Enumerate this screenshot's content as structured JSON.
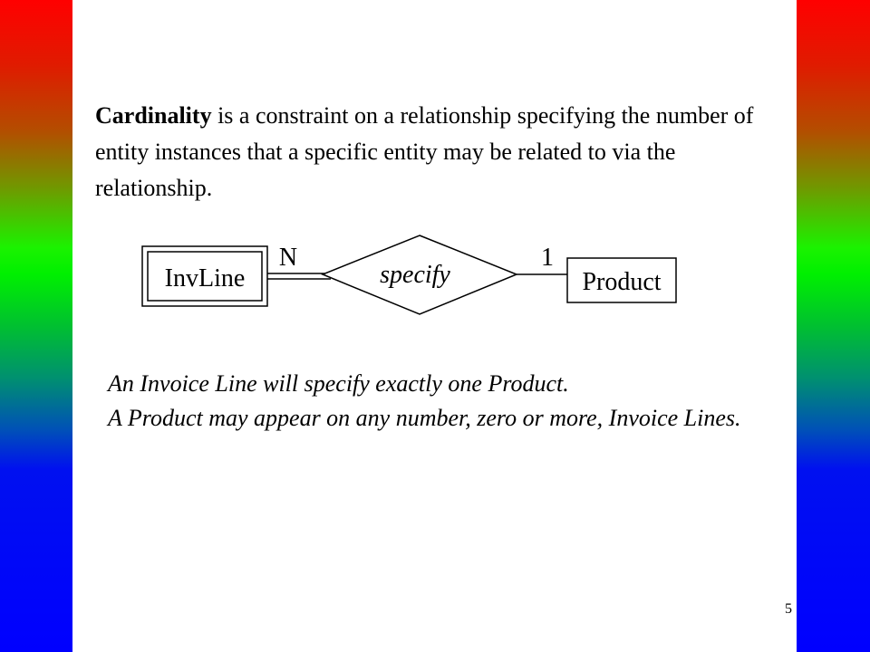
{
  "definition": {
    "term": "Cardinality",
    "text": " is a constraint on a relationship specifying the number of entity instances that a specific entity may be related to via the relationship."
  },
  "diagram": {
    "entity_left": "InvLine",
    "relationship": "specify",
    "entity_right": "Product",
    "cardinality_left": "N",
    "cardinality_right": "1"
  },
  "explanation": {
    "line1": "An Invoice Line will specify exactly one Product.",
    "line2": "A Product may appear on any number, zero or more, Invoice Lines."
  },
  "page_number": "5",
  "colors": {
    "gradient_top": "#ff0000",
    "gradient_middle": "#00f000",
    "gradient_bottom": "#0000ff",
    "text": "#000000",
    "background": "#ffffff"
  }
}
